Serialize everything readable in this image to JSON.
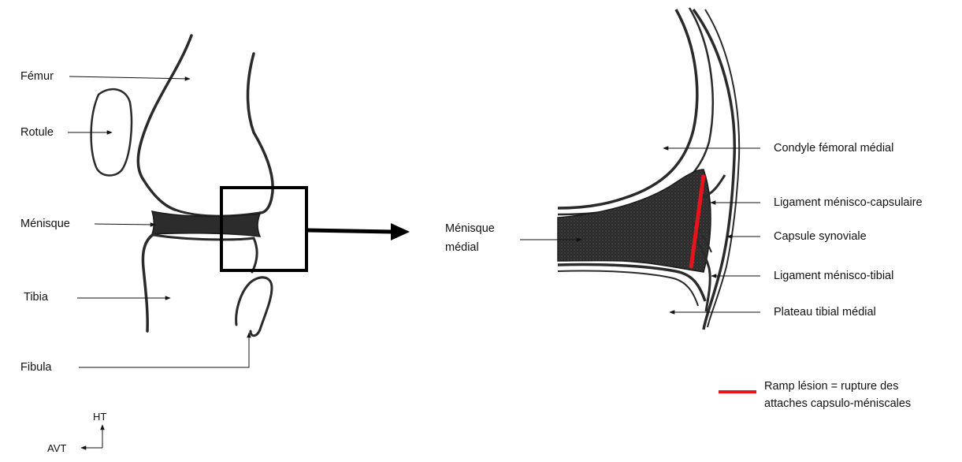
{
  "left_labels": {
    "femur": "Fémur",
    "rotule": "Rotule",
    "menisque": "Ménisque",
    "tibia": "Tibia",
    "fibula": "Fibula"
  },
  "orientation": {
    "up": "HT",
    "left": "AVT"
  },
  "zoom_labels": {
    "menisque_line1": "Ménisque",
    "menisque_line2": "médial",
    "condyle": "Condyle fémoral médial",
    "lig_capsulaire": "Ligament ménisco-capsulaire",
    "capsule": "Capsule synoviale",
    "lig_tibial": "Ligament ménisco-tibial",
    "plateau": "Plateau tibial médial"
  },
  "legend": {
    "line1": "Ramp lésion = rupture des",
    "line2": "attaches capsulo-méniscales",
    "color": "#e8141c"
  }
}
